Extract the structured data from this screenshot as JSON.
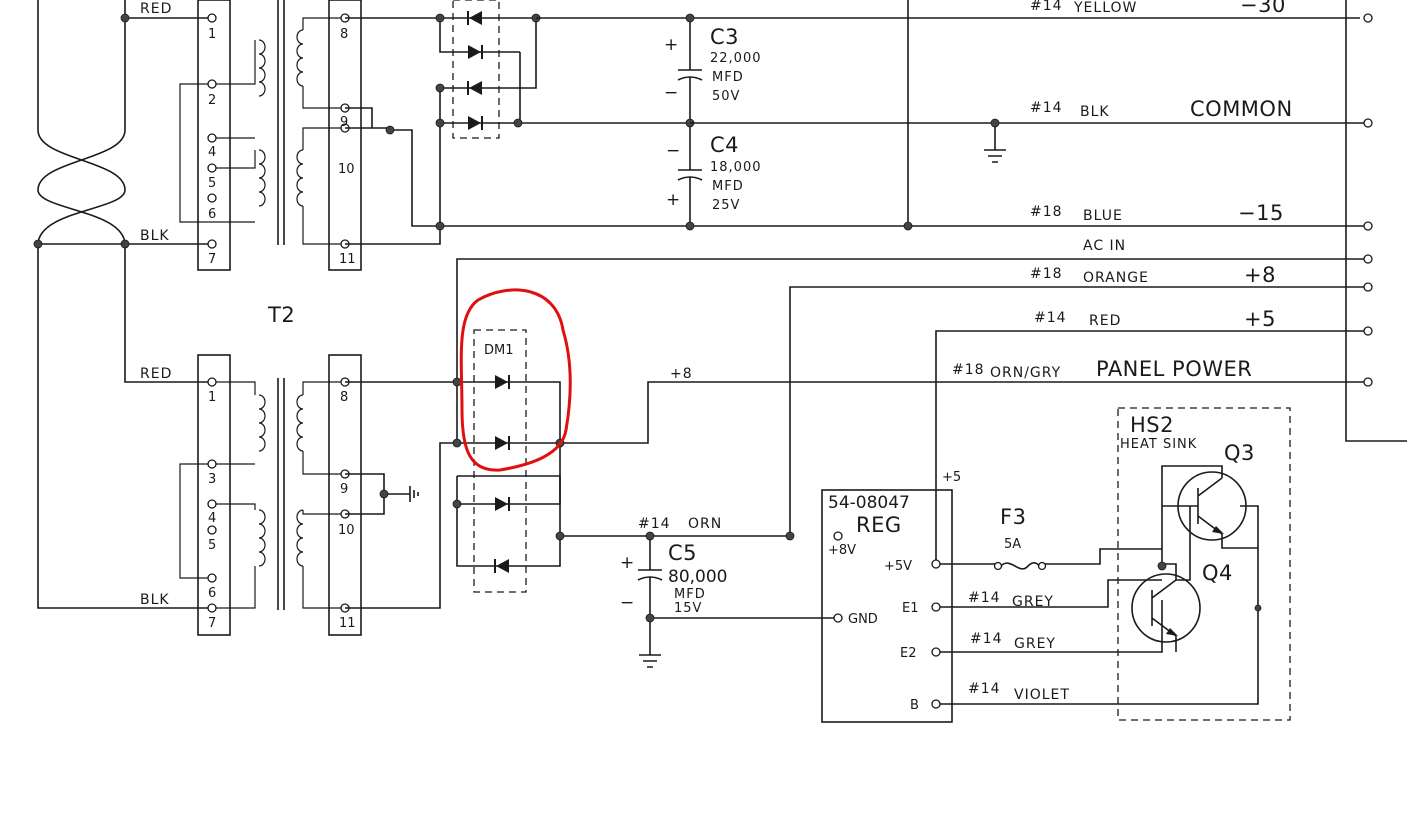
{
  "transformers": {
    "name": "T2",
    "upper": {
      "primary_pins": [
        "1",
        "2",
        "4",
        "5",
        "6",
        "7"
      ],
      "secondary_pins": [
        "8",
        "9",
        "10",
        "11"
      ],
      "wire_top": "RED",
      "wire_bottom": "BLK"
    },
    "lower": {
      "primary_pins": [
        "1",
        "3",
        "4",
        "5",
        "6",
        "7"
      ],
      "secondary_pins": [
        "8",
        "9",
        "10",
        "11"
      ],
      "wire_top": "RED",
      "wire_bottom": "BLK"
    }
  },
  "capacitors": {
    "c3": {
      "name": "C3",
      "value": "22,000",
      "unit": "MFD",
      "voltage": "50V",
      "plus": "+",
      "minus": "−"
    },
    "c4": {
      "name": "C4",
      "value": "18,000",
      "unit": "MFD",
      "voltage": "25V",
      "plus": "+",
      "minus": "−"
    },
    "c5": {
      "name": "C5",
      "value": "80,000",
      "unit": "MFD",
      "voltage": "15V",
      "plus": "+",
      "minus": "−"
    }
  },
  "rectifier": {
    "name": "DM1",
    "highlight_color": "#e01010"
  },
  "rails": [
    {
      "gauge": "#14",
      "wire": "YELLOW",
      "value": "−30"
    },
    {
      "gauge": "#14",
      "wire": "BLK",
      "value": "COMMON"
    },
    {
      "gauge": "#18",
      "wire": "BLUE",
      "value": "−15"
    },
    {
      "gauge": "",
      "wire": "AC  IN",
      "value": ""
    },
    {
      "gauge": "#18",
      "wire": "ORANGE",
      "value": "+8"
    },
    {
      "gauge": "#14",
      "wire": "RED",
      "value": "+5"
    },
    {
      "gauge": "#18",
      "wire": "ORN/GRY",
      "value": "PANEL POWER"
    }
  ],
  "plus8_label": "+8",
  "orn_wire": {
    "gauge": "#14",
    "wire": "ORN"
  },
  "regulator": {
    "part": "54-08047",
    "name": "REG",
    "pins": {
      "in": "+8V",
      "out": "+5V",
      "gnd": "GND",
      "e1": "E1",
      "e2": "E2",
      "b": "B"
    },
    "plus5": "+5"
  },
  "fuse": {
    "name": "F3",
    "rating": "5A"
  },
  "regulator_wires": [
    {
      "gauge": "#14",
      "wire": "GREY"
    },
    {
      "gauge": "#14",
      "wire": "GREY"
    },
    {
      "gauge": "#14",
      "wire": "VIOLET"
    }
  ],
  "heatsink": {
    "name": "HS2",
    "subtitle": "HEAT SINK",
    "transistors": [
      "Q3",
      "Q4"
    ]
  }
}
